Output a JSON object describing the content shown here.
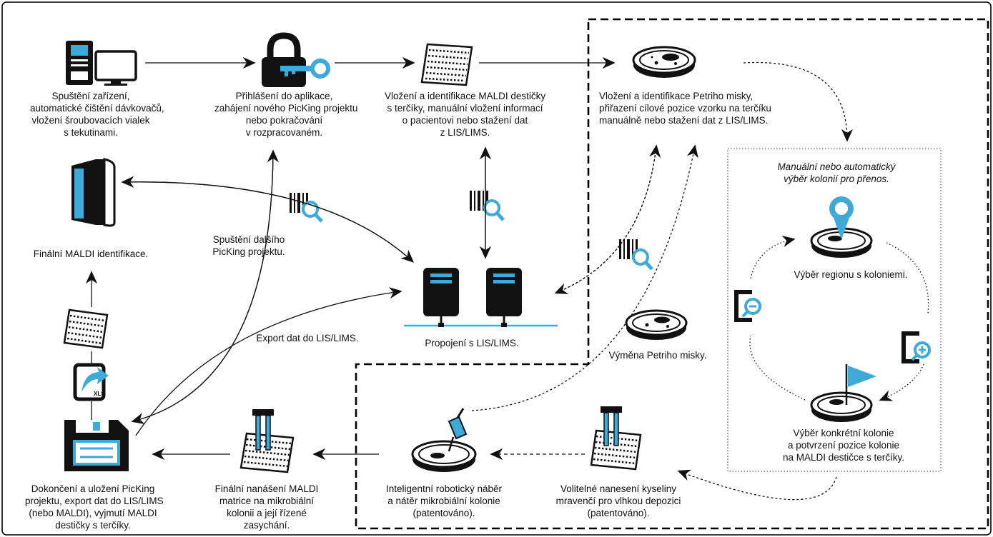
{
  "colors": {
    "accent": "#3fa9d8",
    "ink": "#111111",
    "border": "#000000"
  },
  "steps": {
    "startup": {
      "lines": [
        "Spuštění zařízení,",
        "automatické čištění dávkovačů,",
        "vložení šroubovacích vialek",
        "s tekutinami."
      ],
      "icon": "computer-icon"
    },
    "login": {
      "lines": [
        "Přihlášení do aplikace,",
        "zahájení nového PicKing projektu",
        "nebo pokračování",
        "v rozpracovaném."
      ],
      "icon": "lock-key-icon"
    },
    "maldi_insert": {
      "lines": [
        "Vložení a identifikace MALDI destičky",
        "s terčíky, manuální vložení informací",
        "o pacientovi nebo stažení dat",
        "z LIS/LIMS."
      ],
      "icon": "maldi-plate-icon"
    },
    "petri_insert": {
      "lines": [
        "Vložení a identifikace Petriho misky,",
        "přiřazení cílové pozice vzorku na terčíku",
        "manuálně nebo stažení dat z LIS/LIMS."
      ],
      "icon": "petri-dish-icon"
    },
    "final_id": {
      "lines": [
        "Finální MALDI identifikace."
      ],
      "icon": "maldi-instrument-icon"
    },
    "next_project": {
      "lines": [
        "Spuštění dalšího",
        "PicKing projektu."
      ]
    },
    "lis_link": {
      "lines": [
        "Propojení s LIS/LIMS."
      ],
      "icon": "servers-icon"
    },
    "export": {
      "lines": [
        "Export dat do LIS/LIMS."
      ]
    },
    "swap_petri": {
      "lines": [
        "Výměna Petriho misky."
      ],
      "icon": "petri-dish-icon"
    },
    "auto_select": {
      "lines": [
        "Manuální nebo automatický",
        "výběr kolonií pro přenos."
      ]
    },
    "region": {
      "lines": [
        "Výběr regionu s koloniemi."
      ]
    },
    "colony": {
      "lines": [
        "Výběr konkrétní kolonie",
        "a potvrzení pozice kolonie",
        "na MALDI destičce s terčíky."
      ]
    },
    "save": {
      "lines": [
        "Dokončení a uložení PicKing",
        "projektu, export dat do LIS/LIMS",
        "(nebo MALDI), vyjmutí MALDI",
        "destičky s terčíky."
      ],
      "icon": "floppy-disk-icon"
    },
    "matrix": {
      "lines": [
        "Finální nanášení MALDI",
        "matrice na mikrobiální",
        "kolonii a její řízené",
        "zasychání."
      ],
      "icon": "dispenser-plate-icon"
    },
    "robotic": {
      "lines": [
        "Inteligentní robotický náběr",
        "a nátěr mikrobiální kolonie",
        "(patentováno)."
      ],
      "icon": "robotic-picker-icon"
    },
    "formic": {
      "lines": [
        "Volitelné nanesení kyseliny",
        "mravenčí pro vlhkou depozici",
        "(patentováno)."
      ],
      "icon": "dispenser-plate-icon"
    }
  },
  "file_badge": "XLS"
}
